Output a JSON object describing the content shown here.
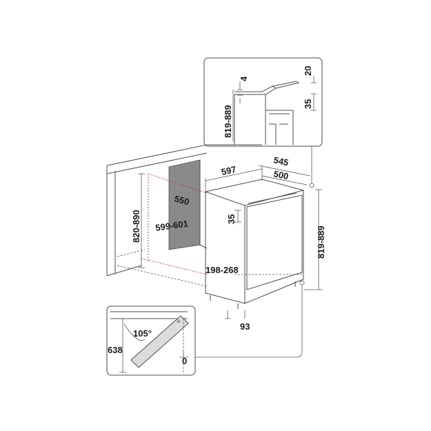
{
  "dimensions": {
    "inset_top": {
      "gap": "4",
      "top": "20",
      "side_height": "819-889",
      "step": "35"
    },
    "main": {
      "depth_outer": "545",
      "depth_inner": "500",
      "width": "597",
      "niche_depth": "550",
      "niche_width": "599-601",
      "niche_height": "820-890",
      "top_offset": "35",
      "height": "819-889",
      "plinth": "198-268",
      "foot": "93"
    },
    "inset_door": {
      "angle": "105°",
      "clearance": "638",
      "offset": "0"
    }
  },
  "colors": {
    "line": "#4a4a4a",
    "niche_fill": "#8a8a8a",
    "guide": "#c0392b"
  }
}
